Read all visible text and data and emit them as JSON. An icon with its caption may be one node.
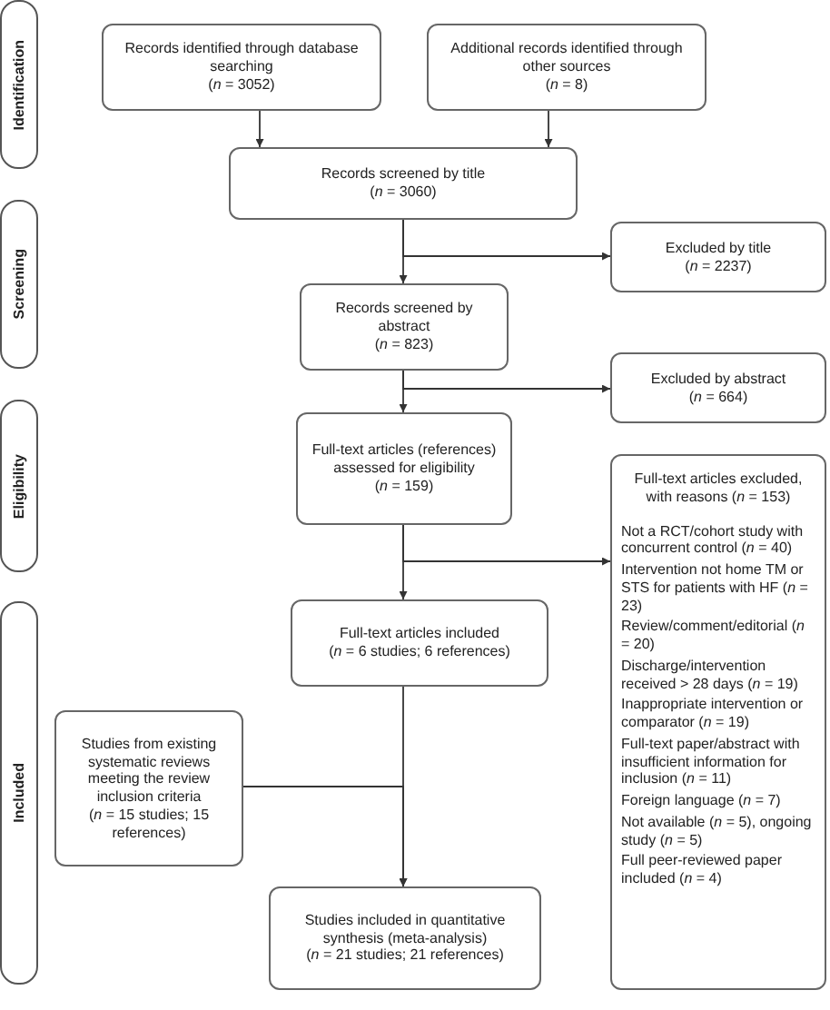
{
  "diagram": {
    "nodes": [
      {
        "text": [
          "Identification"
        ]
      },
      {
        "text": [
          "Screening"
        ]
      },
      {
        "text": [
          "Eligibility"
        ]
      },
      {
        "text": [
          "Included"
        ]
      },
      {
        "text": [
          "Records identified through database searching",
          "(*n* = 3052)"
        ]
      },
      {
        "text": [
          "Additional records identified through other sources",
          "(*n* = 8)"
        ]
      },
      {
        "text": [
          "Records screened by title",
          "(*n* = 3060)"
        ]
      },
      {
        "text": [
          "Excluded by title",
          "(*n* = 2237)"
        ]
      },
      {
        "text": [
          "Records screened by abstract",
          "(*n* = 823)"
        ]
      },
      {
        "text": [
          "Excluded by abstract",
          "(*n* = 664)"
        ]
      },
      {
        "text": [
          "Full-text articles (references) assessed for eligibility",
          "(*n* = 159)"
        ]
      },
      {
        "text": [
          "Full-text articles excluded, with reasons (*n* = 153)",
          "Not a RCT/cohort study with concurrent control (*n* = 40)",
          "Intervention not home TM or STS for patients with HF (*n* = 23)",
          "Review/comment/editorial (*n* = 20)",
          "Discharge/intervention received > 28 days (*n* = 19)",
          "Inappropriate intervention or comparator (*n* = 19)",
          "Full-text paper/abstract with insufficient information for inclusion (*n* = 11)",
          "Foreign language (*n* = 7)",
          "Not available (*n* = 5), ongoing study (*n* = 5)",
          "Full peer-reviewed paper included (*n* = 4)"
        ]
      },
      {
        "text": [
          "Full-text articles included",
          "(*n* = 6 studies; 6 references)"
        ]
      },
      {
        "text": [
          "Studies from existing systematic reviews meeting the review inclusion criteria",
          "(*n* = 15 studies; 15 references)"
        ]
      },
      {
        "text": [
          "Studies included in quantitative synthesis (meta-analysis)",
          "(*n* = 21 studies; 21 references)"
        ]
      }
    ],
    "edges": [
      {
        "from": 4,
        "to": 6,
        "arrow": "to"
      },
      {
        "from": 5,
        "to": 6,
        "arrow": "to"
      },
      {
        "from": 6,
        "to": 8,
        "arrow": "to"
      },
      {
        "from": 6,
        "to": 7,
        "arrow": "to"
      },
      {
        "from": 8,
        "to": 10,
        "arrow": "to"
      },
      {
        "from": 8,
        "to": 9,
        "arrow": "to"
      },
      {
        "from": 10,
        "to": 12,
        "arrow": "to"
      },
      {
        "from": 10,
        "to": 11,
        "arrow": "to"
      },
      {
        "from": 12,
        "to": 14,
        "arrow": "to"
      },
      {
        "from": 13,
        "to": 14,
        "arrow": "to"
      }
    ]
  }
}
